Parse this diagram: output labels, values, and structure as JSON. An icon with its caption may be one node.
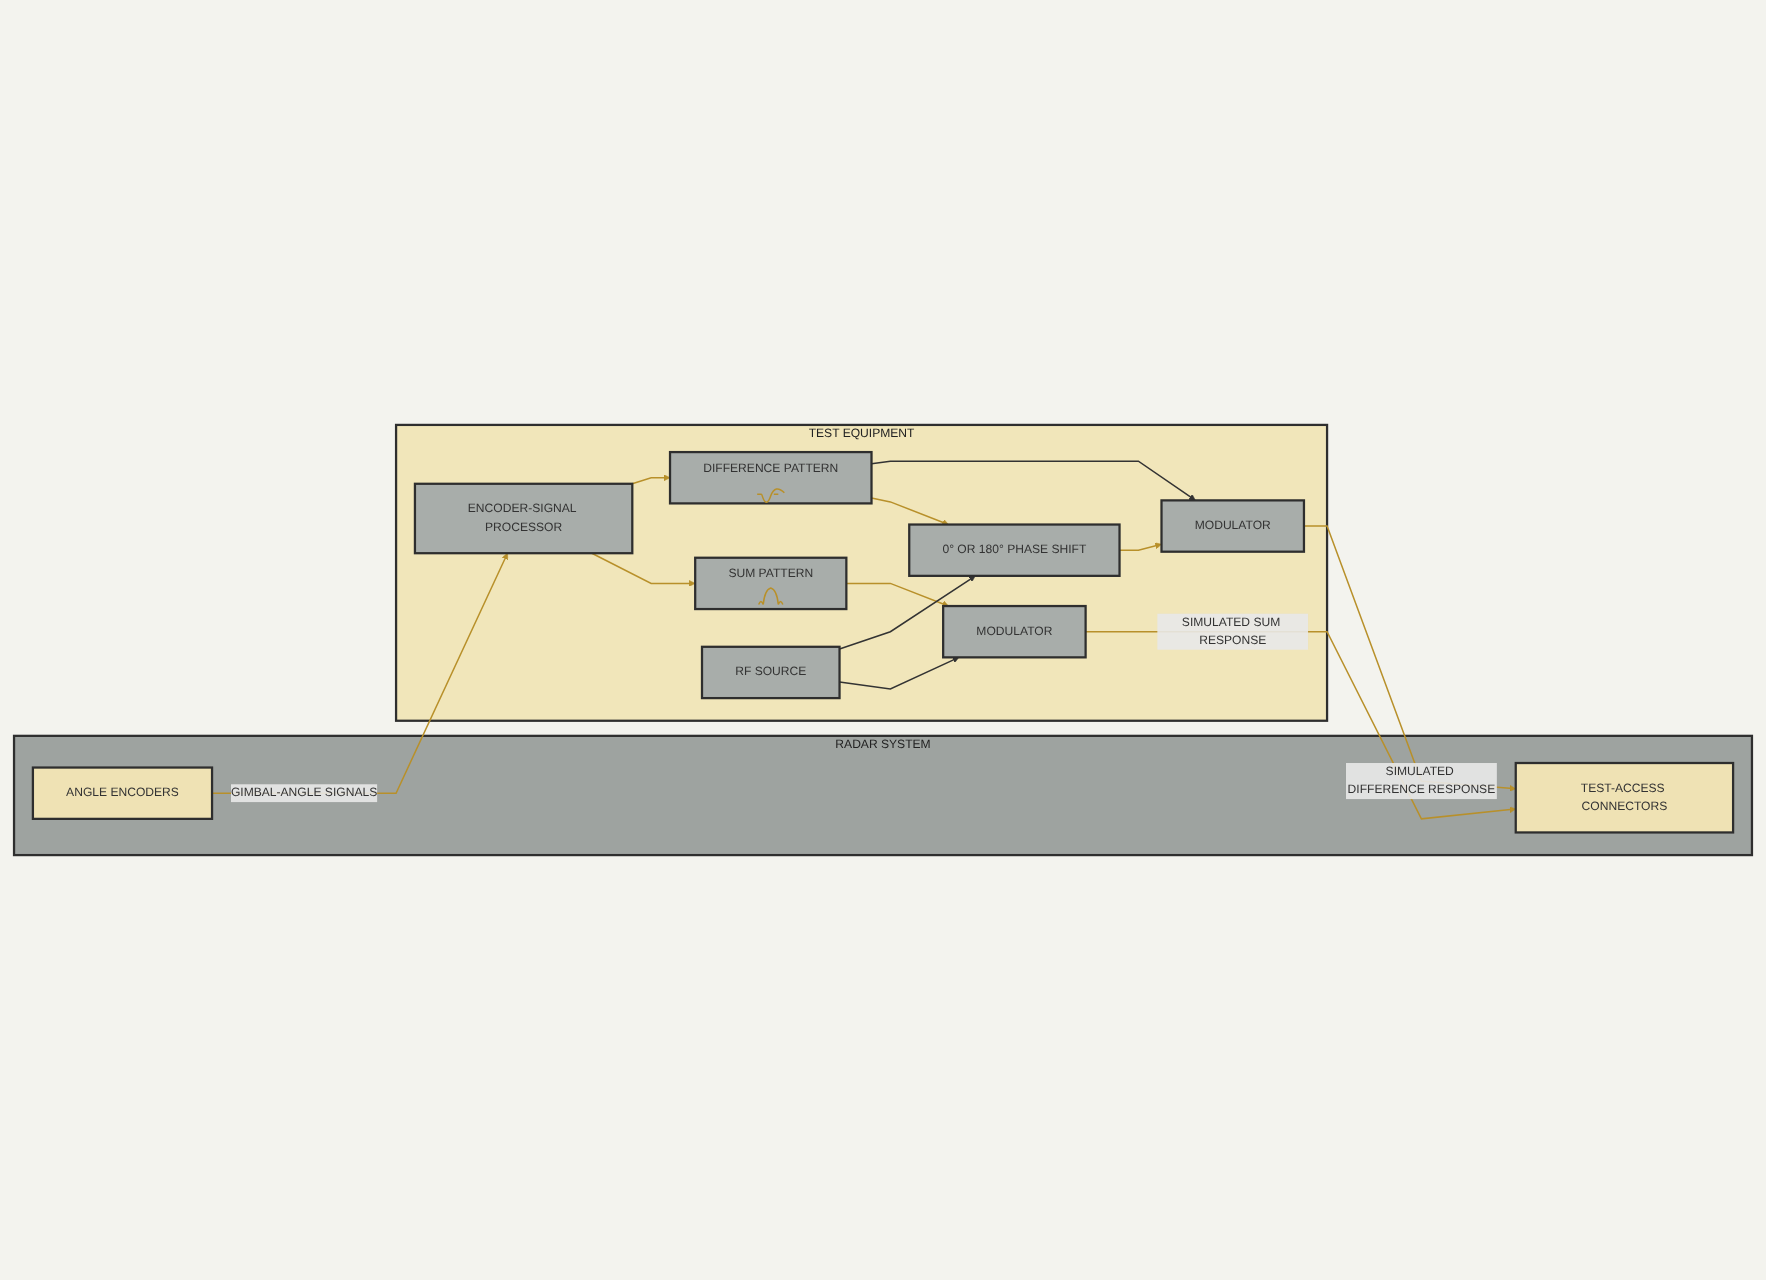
{
  "diagram": {
    "nodes": [
      {
        "text": [
          "RADAR SYSTEM"
        ]
      },
      {
        "text": [
          "ANGLE ENCODERS"
        ],
        "in": 0
      },
      {
        "text": [
          "TEST-ACCESS CONNECTORS"
        ],
        "in": 0
      },
      {
        "text": [
          "TEST EQUIPMENT"
        ]
      },
      {
        "text": [
          "ENCODER-SIGNAL PROCESSOR"
        ],
        "in": 3
      },
      {
        "text": [
          "SUM PATTERN"
        ],
        "in": 3
      },
      {
        "text": [
          "DIFFERENCE PATTERN"
        ],
        "in": 3
      },
      {
        "text": [
          "MODULATOR"
        ],
        "in": 3
      },
      {
        "text": [
          "MODULATOR"
        ],
        "in": 3
      },
      {
        "text": [
          "0° OR 180° PHASE SHIFT"
        ],
        "in": 3
      },
      {
        "text": [
          "RF SOURCE"
        ],
        "in": 3
      }
    ],
    "edges": [
      {
        "from": 1,
        "to": 4,
        "arrow": "to",
        "label": "GIMBAL-ANGLE SIGNALS"
      },
      {
        "from": 4,
        "to": 5,
        "arrow": "to"
      },
      {
        "from": 4,
        "to": 6,
        "arrow": "to"
      },
      {
        "from": 5,
        "to": 7,
        "arrow": "to"
      },
      {
        "from": 7,
        "to": 2,
        "arrow": "to",
        "label": "SIMULATED SUM RESPONSE"
      },
      {
        "from": 8,
        "to": 2,
        "arrow": "to",
        "label": "SIMULATED DIFFERENCE RESPONSE"
      },
      {
        "from": 6,
        "to": 9,
        "arrow": "to"
      },
      {
        "from": 6,
        "to": 8,
        "arrow": "to",
        "color": "#333333"
      },
      {
        "from": 10,
        "to": 7,
        "arrow": "to",
        "color": "#333333"
      },
      {
        "from": 10,
        "to": 9,
        "arrow": "to",
        "color": "#333333"
      },
      {
        "from": 9,
        "to": 8,
        "arrow": "to"
      }
    ]
  }
}
